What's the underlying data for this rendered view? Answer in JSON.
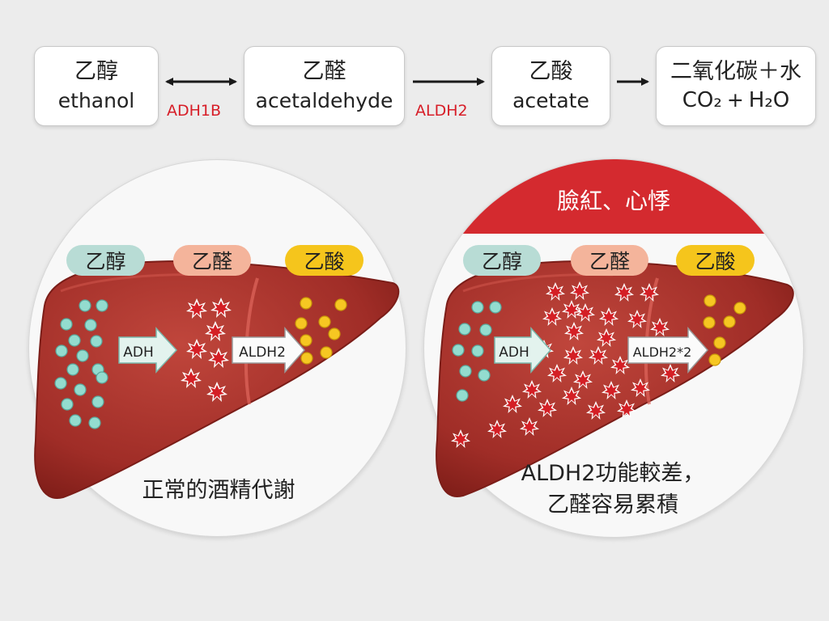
{
  "pathway": {
    "ethanol": {
      "zh": "乙醇",
      "en": "ethanol"
    },
    "acetaldehyde": {
      "zh": "乙醛",
      "en": "acetaldehyde"
    },
    "acetate": {
      "zh": "乙酸",
      "en": "acetate"
    },
    "final": {
      "zh": "二氧化碳＋水",
      "co2": "CO₂",
      "plus": "+",
      "h2o": "H₂O"
    },
    "enzyme1": "ADH1B",
    "enzyme2": "ALDH2"
  },
  "left_panel": {
    "labels": {
      "ethanol": "乙醇",
      "acetaldehyde": "乙醛",
      "acetate": "乙酸"
    },
    "adh_arrow": "ADH",
    "aldh2_arrow": "ALDH2",
    "caption": "正常的酒精代謝"
  },
  "right_panel": {
    "banner": "臉紅、心悸",
    "labels": {
      "ethanol": "乙醇",
      "acetaldehyde": "乙醛",
      "acetate": "乙酸"
    },
    "adh_arrow": "ADH",
    "aldh2_arrow": "ALDH2*2",
    "caption_line1": "ALDH2功能較差，",
    "caption_line2": "乙醛容易累積"
  },
  "colors": {
    "enzyme_text": "#d71e28",
    "banner": "#d42a2f",
    "liver": "#a8312a",
    "ethanol_dot": "#8fd8cc",
    "acetaldehyde_star": "#d41f25",
    "acetate_dot": "#f4c51a"
  }
}
